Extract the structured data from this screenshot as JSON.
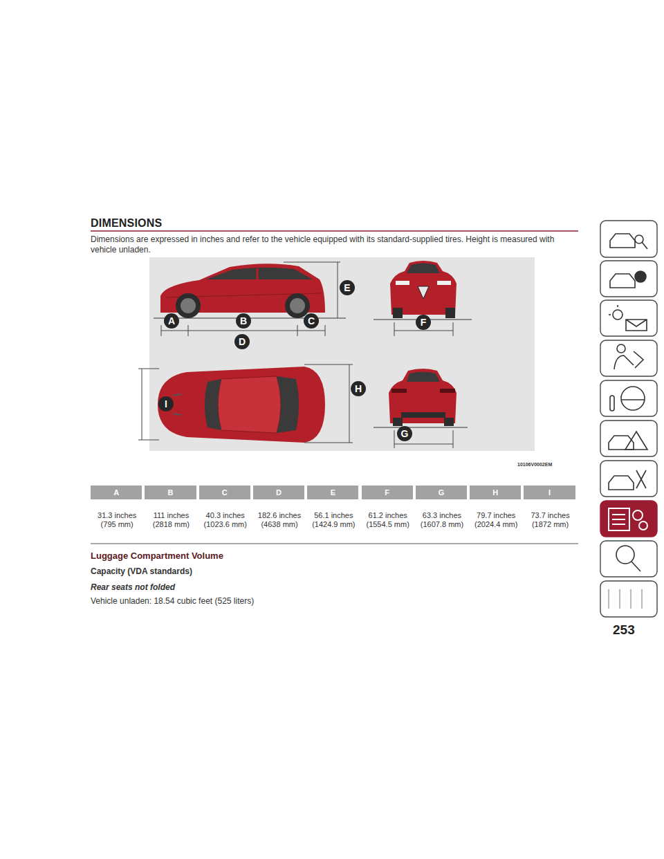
{
  "diagram": {
    "title": "DIMENSIONS",
    "labels": [
      "Dimensions are expressed in inches and refer to the vehicle equipped with its standard-supplied tires. Height is measured with vehicle unladen.",
      "A",
      "B",
      "C",
      "D",
      "E",
      "F",
      "G",
      "H",
      "I",
      "10106V0002EM",
      "A",
      "B",
      "C",
      "D",
      "E",
      "F",
      "G",
      "H",
      "I",
      "31.3 inches (795 mm)",
      "111 inches (2818 mm)",
      "40.3 inches (1023.6 mm)",
      "182.6 inches (4638 mm)",
      "56.1 inches (1424.9 mm)",
      "61.2 inches (1554.5 mm)",
      "63.3 inches (1607.8 mm)",
      "79.7 inches (2024.4 mm)",
      "73.7 inches (1872 mm)",
      "Luggage Compartment Volume",
      "Capacity (VDA standards)",
      "Rear seats not folded",
      "Vehicle unladen: 18.54 cubic feet (525 liters)",
      "253"
    ]
  }
}
